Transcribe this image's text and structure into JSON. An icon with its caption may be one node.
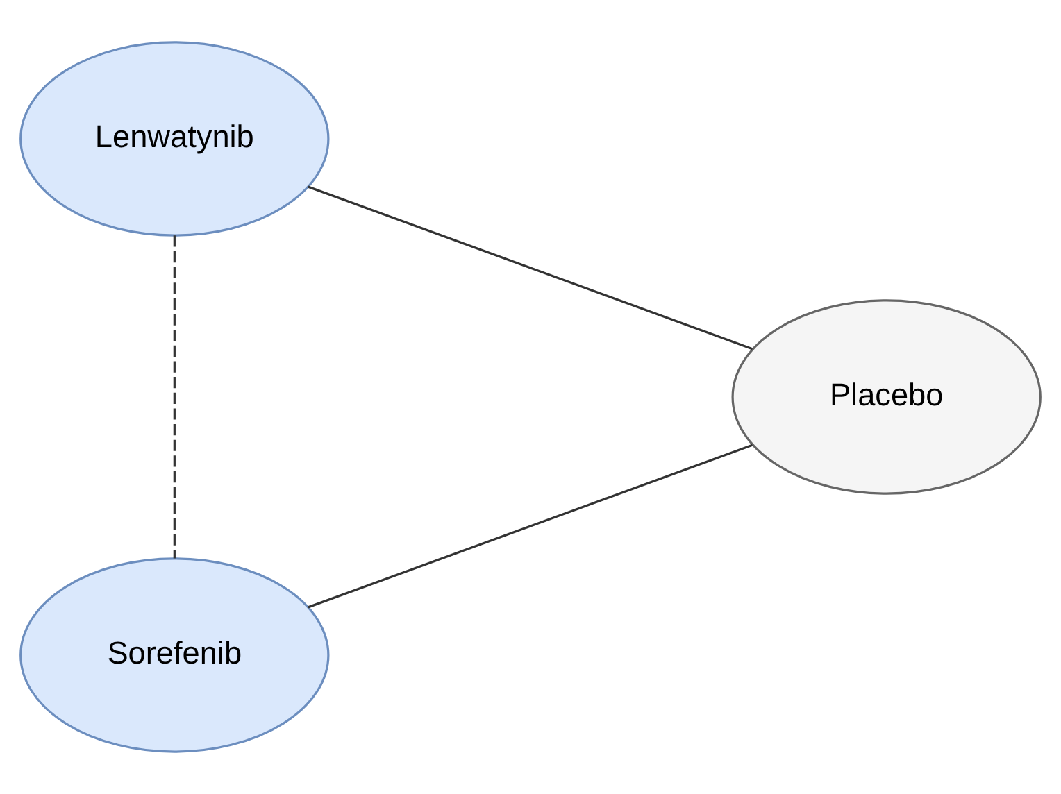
{
  "diagram": {
    "nodes": [
      {
        "text": [
          "Lenwatynib"
        ]
      },
      {
        "text": [
          "Sorefenib"
        ]
      },
      {
        "text": [
          "Placebo"
        ]
      }
    ],
    "edges": [
      {
        "from": 0,
        "to": 1,
        "arrow": "none",
        "style": "dashed"
      },
      {
        "from": 0,
        "to": 2,
        "arrow": "none"
      },
      {
        "from": 1,
        "to": 2,
        "arrow": "none"
      }
    ]
  }
}
